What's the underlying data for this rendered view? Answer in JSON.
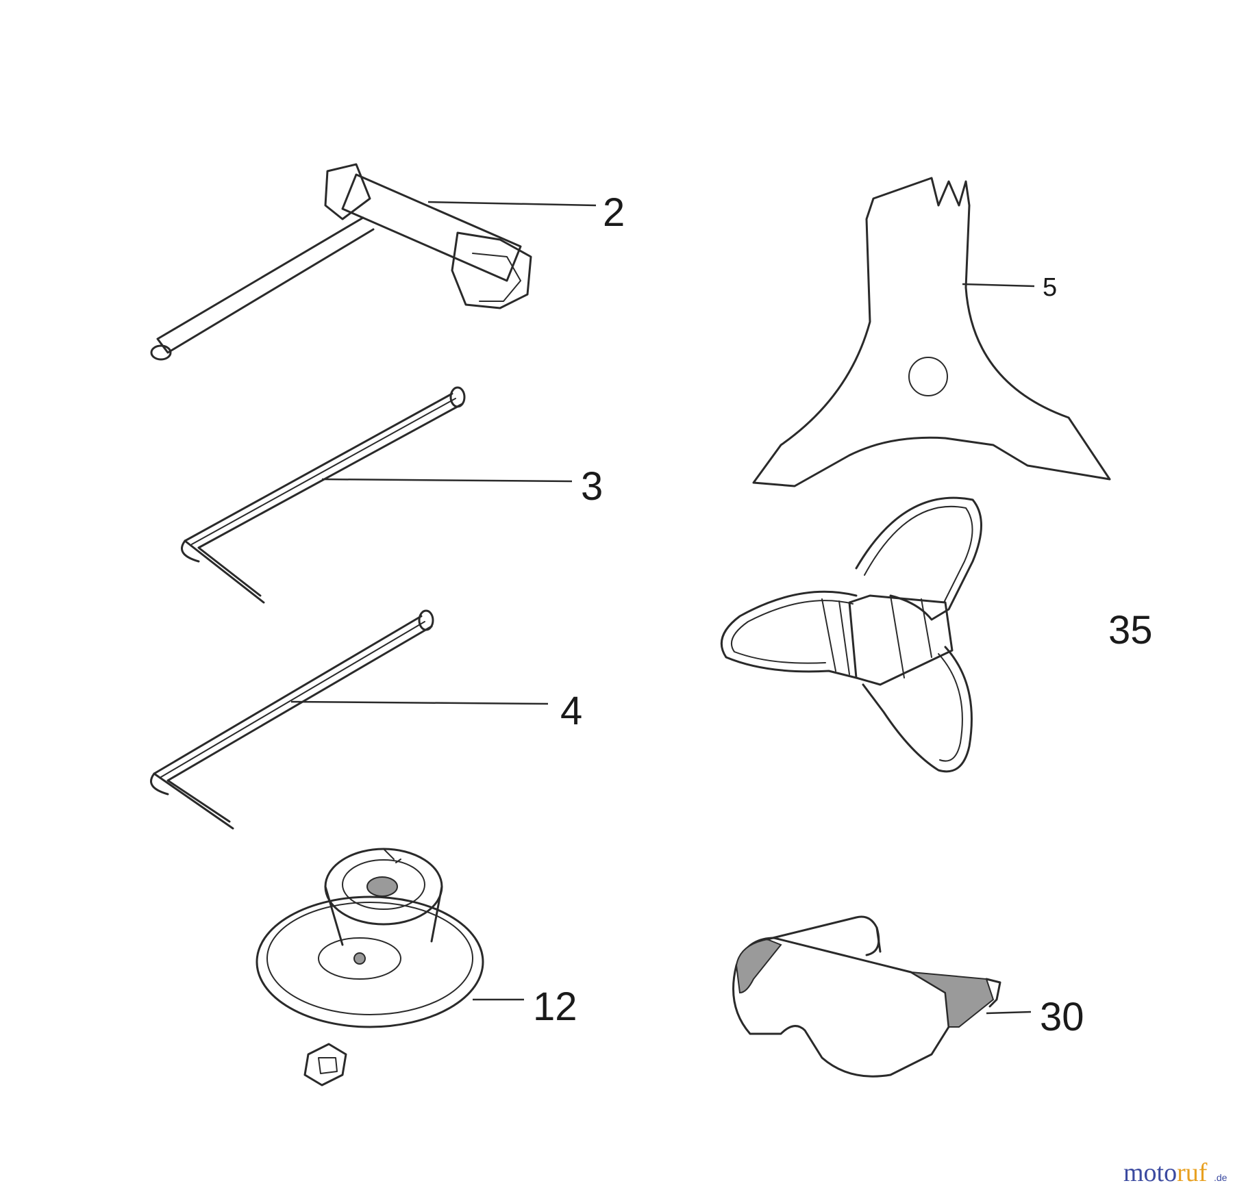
{
  "callouts": {
    "c2": "2",
    "c3": "3",
    "c4": "4",
    "c5": "5",
    "c35": "35",
    "c12": "12",
    "c30": "30"
  },
  "watermark": {
    "part1": "moto",
    "part2": "ruf",
    "tld": ".de",
    "colors": {
      "primary": "#3b4aa0",
      "accent": "#e8a020"
    }
  }
}
